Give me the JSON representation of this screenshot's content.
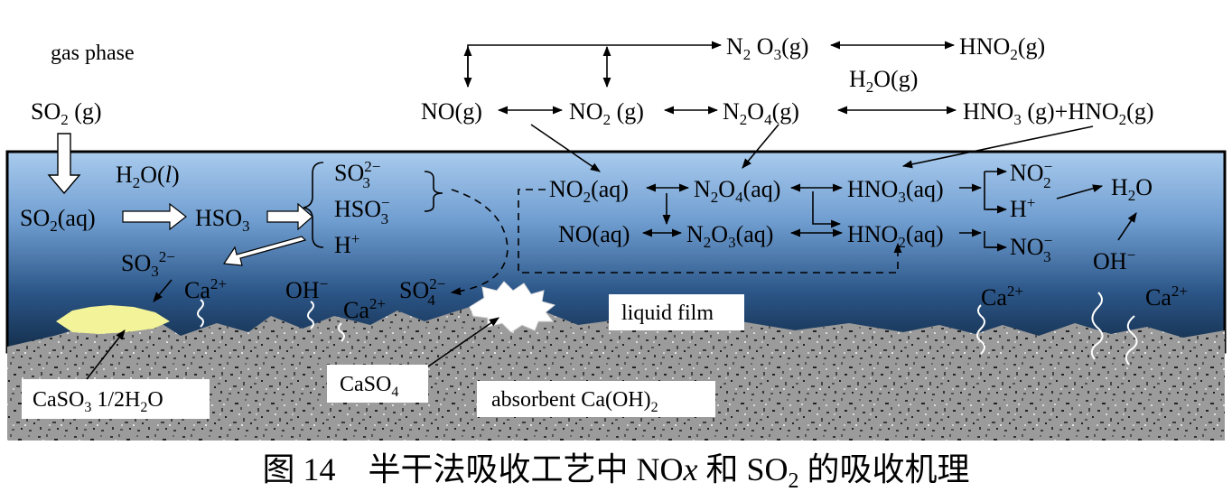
{
  "labels": {
    "gas_phase": "gas phase",
    "liquid_film": "liquid film",
    "absorbent": "absorbent Ca(OH)",
    "absorbent_sub": "2",
    "caso4": "CaSO",
    "caso4_sub": "4",
    "caso3": "CaSO",
    "caso3_sub": "3",
    "caso3_rest": " 1/2H",
    "caso3_sub2": "2",
    "caso3_end": "O"
  },
  "caption": {
    "prefix": "图 14　半干法吸收工艺中 NO",
    "x": "x",
    "middle": " 和 SO",
    "sub2": "2",
    "suffix": " 的吸收机理"
  },
  "colors": {
    "liquid_top": "#a9cbee",
    "liquid_bottom": "#16324f",
    "sediment": "#9a9a9a",
    "crystal_caso3": "#f3f39a",
    "crystal_caso4": "#ffffff"
  }
}
